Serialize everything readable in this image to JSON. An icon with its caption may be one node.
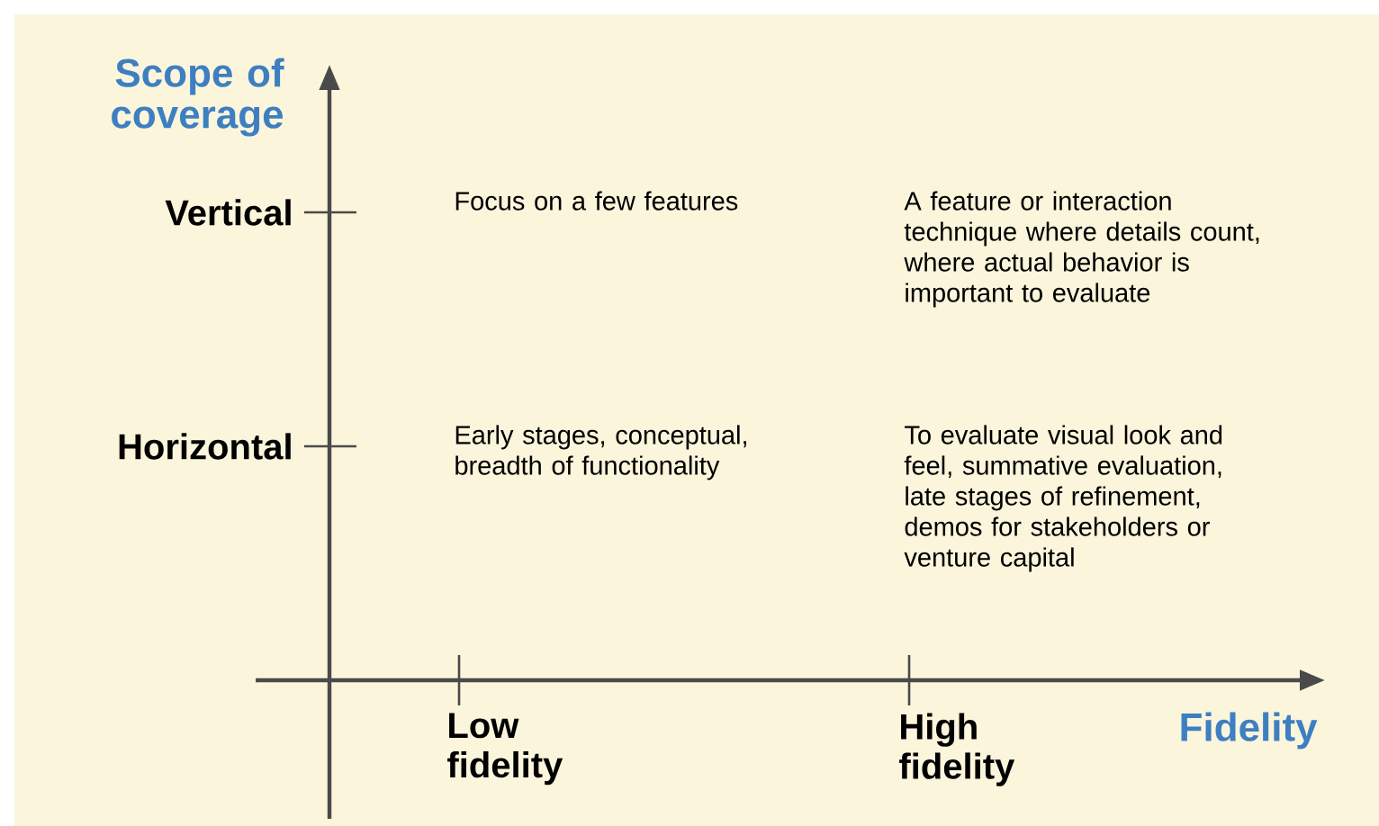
{
  "diagram": {
    "labels": [
      "Scope of coverage",
      "Vertical",
      "Focus on a few features",
      "A feature or interaction technique where details count, where actual behavior is important to evaluate",
      "Horizontal",
      "Early stages, conceptual, breadth of functionality",
      "To evaluate visual look and feel, summative evaluation, late stages of refinement, demos for stakeholders or venture capital",
      "Low fidelity",
      "High fidelity",
      "Fidelity"
    ]
  }
}
